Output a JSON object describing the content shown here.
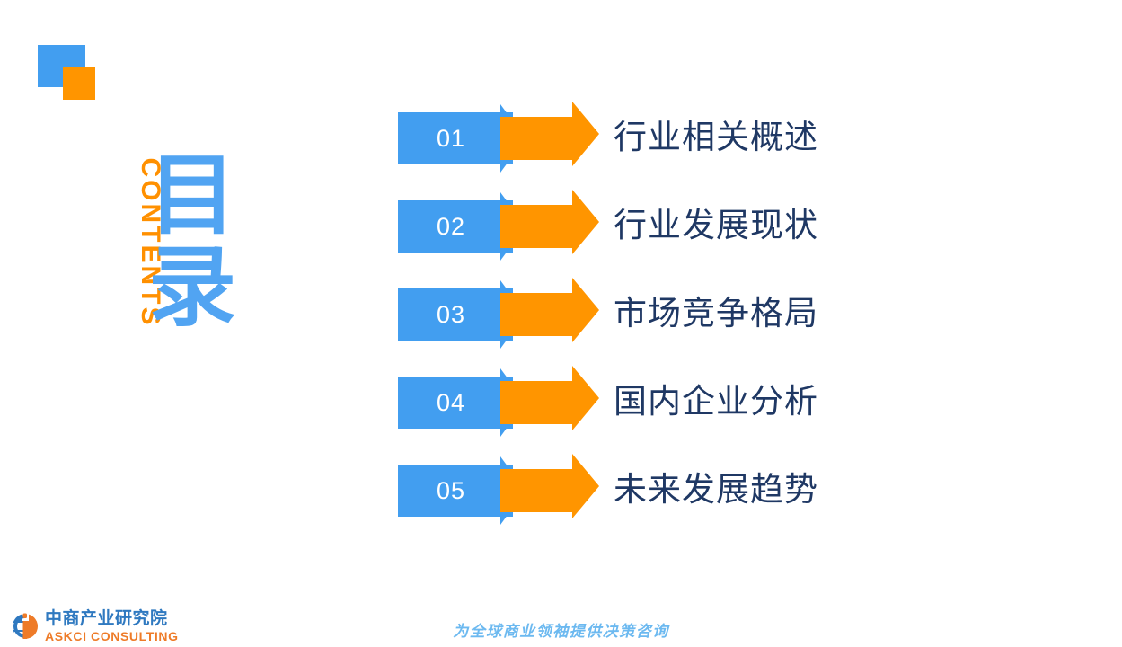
{
  "slide": {
    "background_color": "#ffffff",
    "accent_blue": "#429ef0",
    "accent_orange": "#ff9500",
    "label_color": "#1f3864"
  },
  "decoration": {
    "blue_square": "blue-square",
    "orange_square": "orange-square"
  },
  "heading": {
    "vertical_label": "CONTENTS",
    "title_chars": [
      "目",
      "录"
    ],
    "title_full": "目录"
  },
  "items": [
    {
      "number": "01",
      "label": "行业相关概述"
    },
    {
      "number": "02",
      "label": "行业发展现状"
    },
    {
      "number": "03",
      "label": "市场竞争格局"
    },
    {
      "number": "04",
      "label": "国内企业分析"
    },
    {
      "number": "05",
      "label": "未来发展趋势"
    }
  ],
  "footer": {
    "logo_cn": "中商产业研究院",
    "logo_en": "ASKCI CONSULTING",
    "logo_icon": "askci-circle-logo-icon",
    "tagline": "为全球商业领袖提供决策咨询"
  }
}
